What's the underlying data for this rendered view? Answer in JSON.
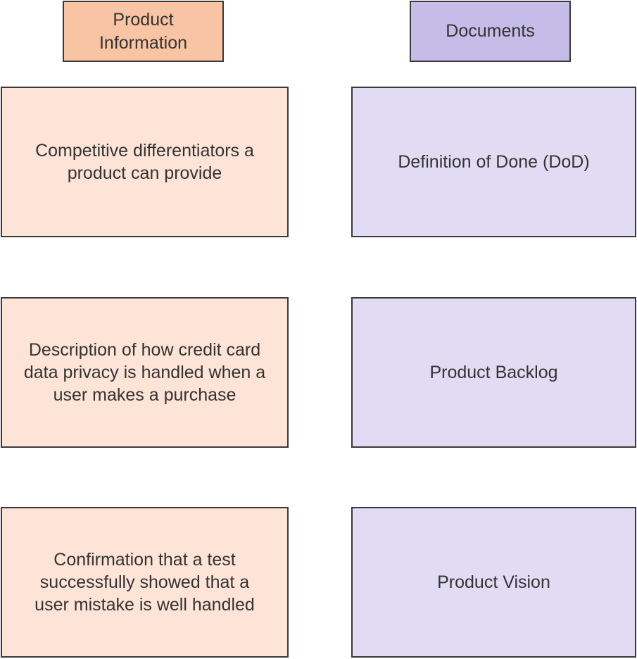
{
  "columns": {
    "left": {
      "header": "Product\nInformation",
      "color": "#f9c4a4",
      "card_color": "#fde4d7",
      "items": [
        "Competitive differentiators a\nproduct can provide",
        "Description of how credit card\ndata privacy is handled when a\nuser makes a purchase",
        "Confirmation that a test\nsuccessfully showed that a\nuser mistake is well handled"
      ]
    },
    "right": {
      "header": "Documents",
      "color": "#c5bde8",
      "card_color": "#e1dcf3",
      "items": [
        "Definition of Done (DoD)",
        "Product Backlog",
        "Product Vision"
      ]
    }
  }
}
